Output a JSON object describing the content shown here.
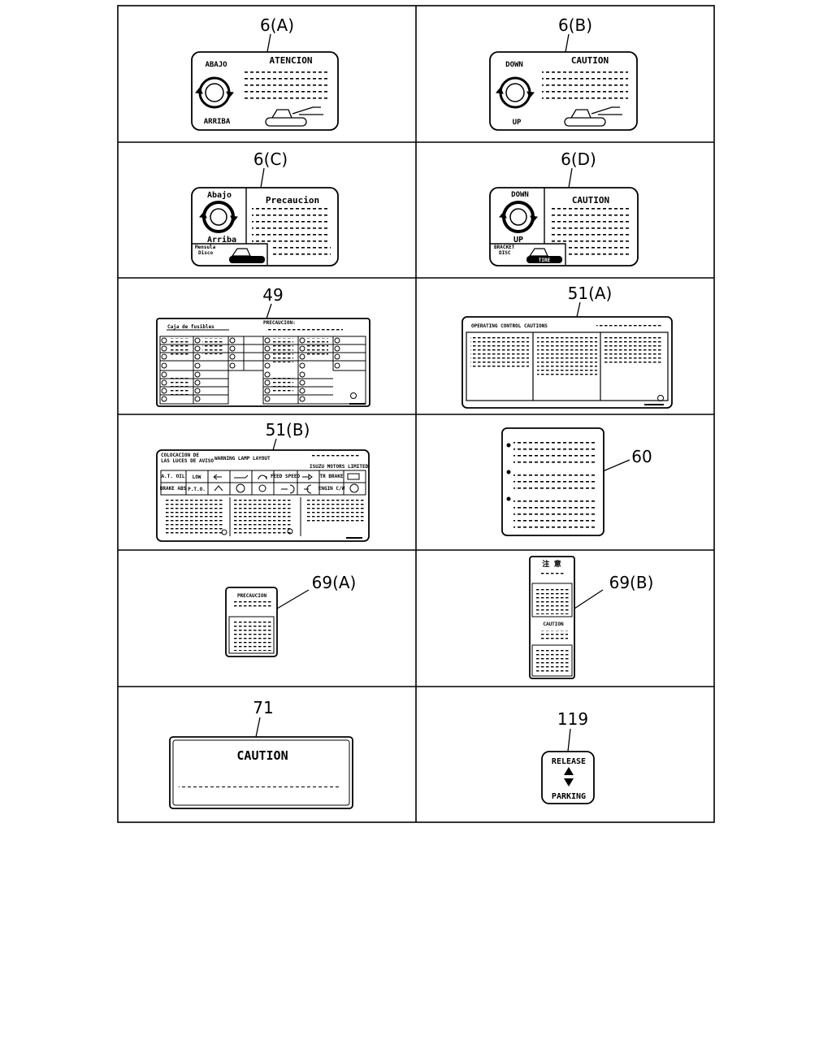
{
  "title": "",
  "labels": [
    {
      "ref": "6(A)",
      "header": "ATENCION",
      "up": "ARRIBA",
      "down": "ABAJO"
    },
    {
      "ref": "6(B)",
      "header": "CAUTION",
      "up": "UP",
      "down": "DOWN"
    },
    {
      "ref": "6(C)",
      "header": "Precaucion",
      "up": "Arriba",
      "down": "Abajo",
      "extra": [
        "Mensula",
        "Disco"
      ]
    },
    {
      "ref": "6(D)",
      "header": "CAUTION",
      "up": "UP",
      "down": "DOWN",
      "extra": [
        "BRACKET",
        "DISC",
        "TIRE"
      ]
    },
    {
      "ref": "49",
      "header": "Caja de fusibles",
      "subheader": "PRECAUCION:"
    },
    {
      "ref": "51(A)",
      "header": "OPERATING CONTROL CAUTIONS"
    },
    {
      "ref": "51(B)",
      "header_es": [
        "COLOCACION DE",
        "LAS LUCES DE AVISO"
      ],
      "header_en": "WARNING LAMP LAYOUT",
      "maker": "ISUZU MOTORS LIMITED",
      "lamps": [
        "A.T. OIL",
        "LOW",
        "TR BRAKE",
        "ENGIN C/W",
        "BRAKE ABS",
        "P.T.O.",
        "FEED SPEED"
      ]
    },
    {
      "ref": "60"
    },
    {
      "ref": "69(A)",
      "header": "PRECAUCION"
    },
    {
      "ref": "69(B)",
      "header_jp": "注 意",
      "header": "CAUTION"
    },
    {
      "ref": "71",
      "header": "CAUTION"
    },
    {
      "ref": "119",
      "top": "RELEASE",
      "bottom": "PARKING"
    }
  ],
  "colors": {
    "line": "#000000",
    "background": "#ffffff"
  }
}
